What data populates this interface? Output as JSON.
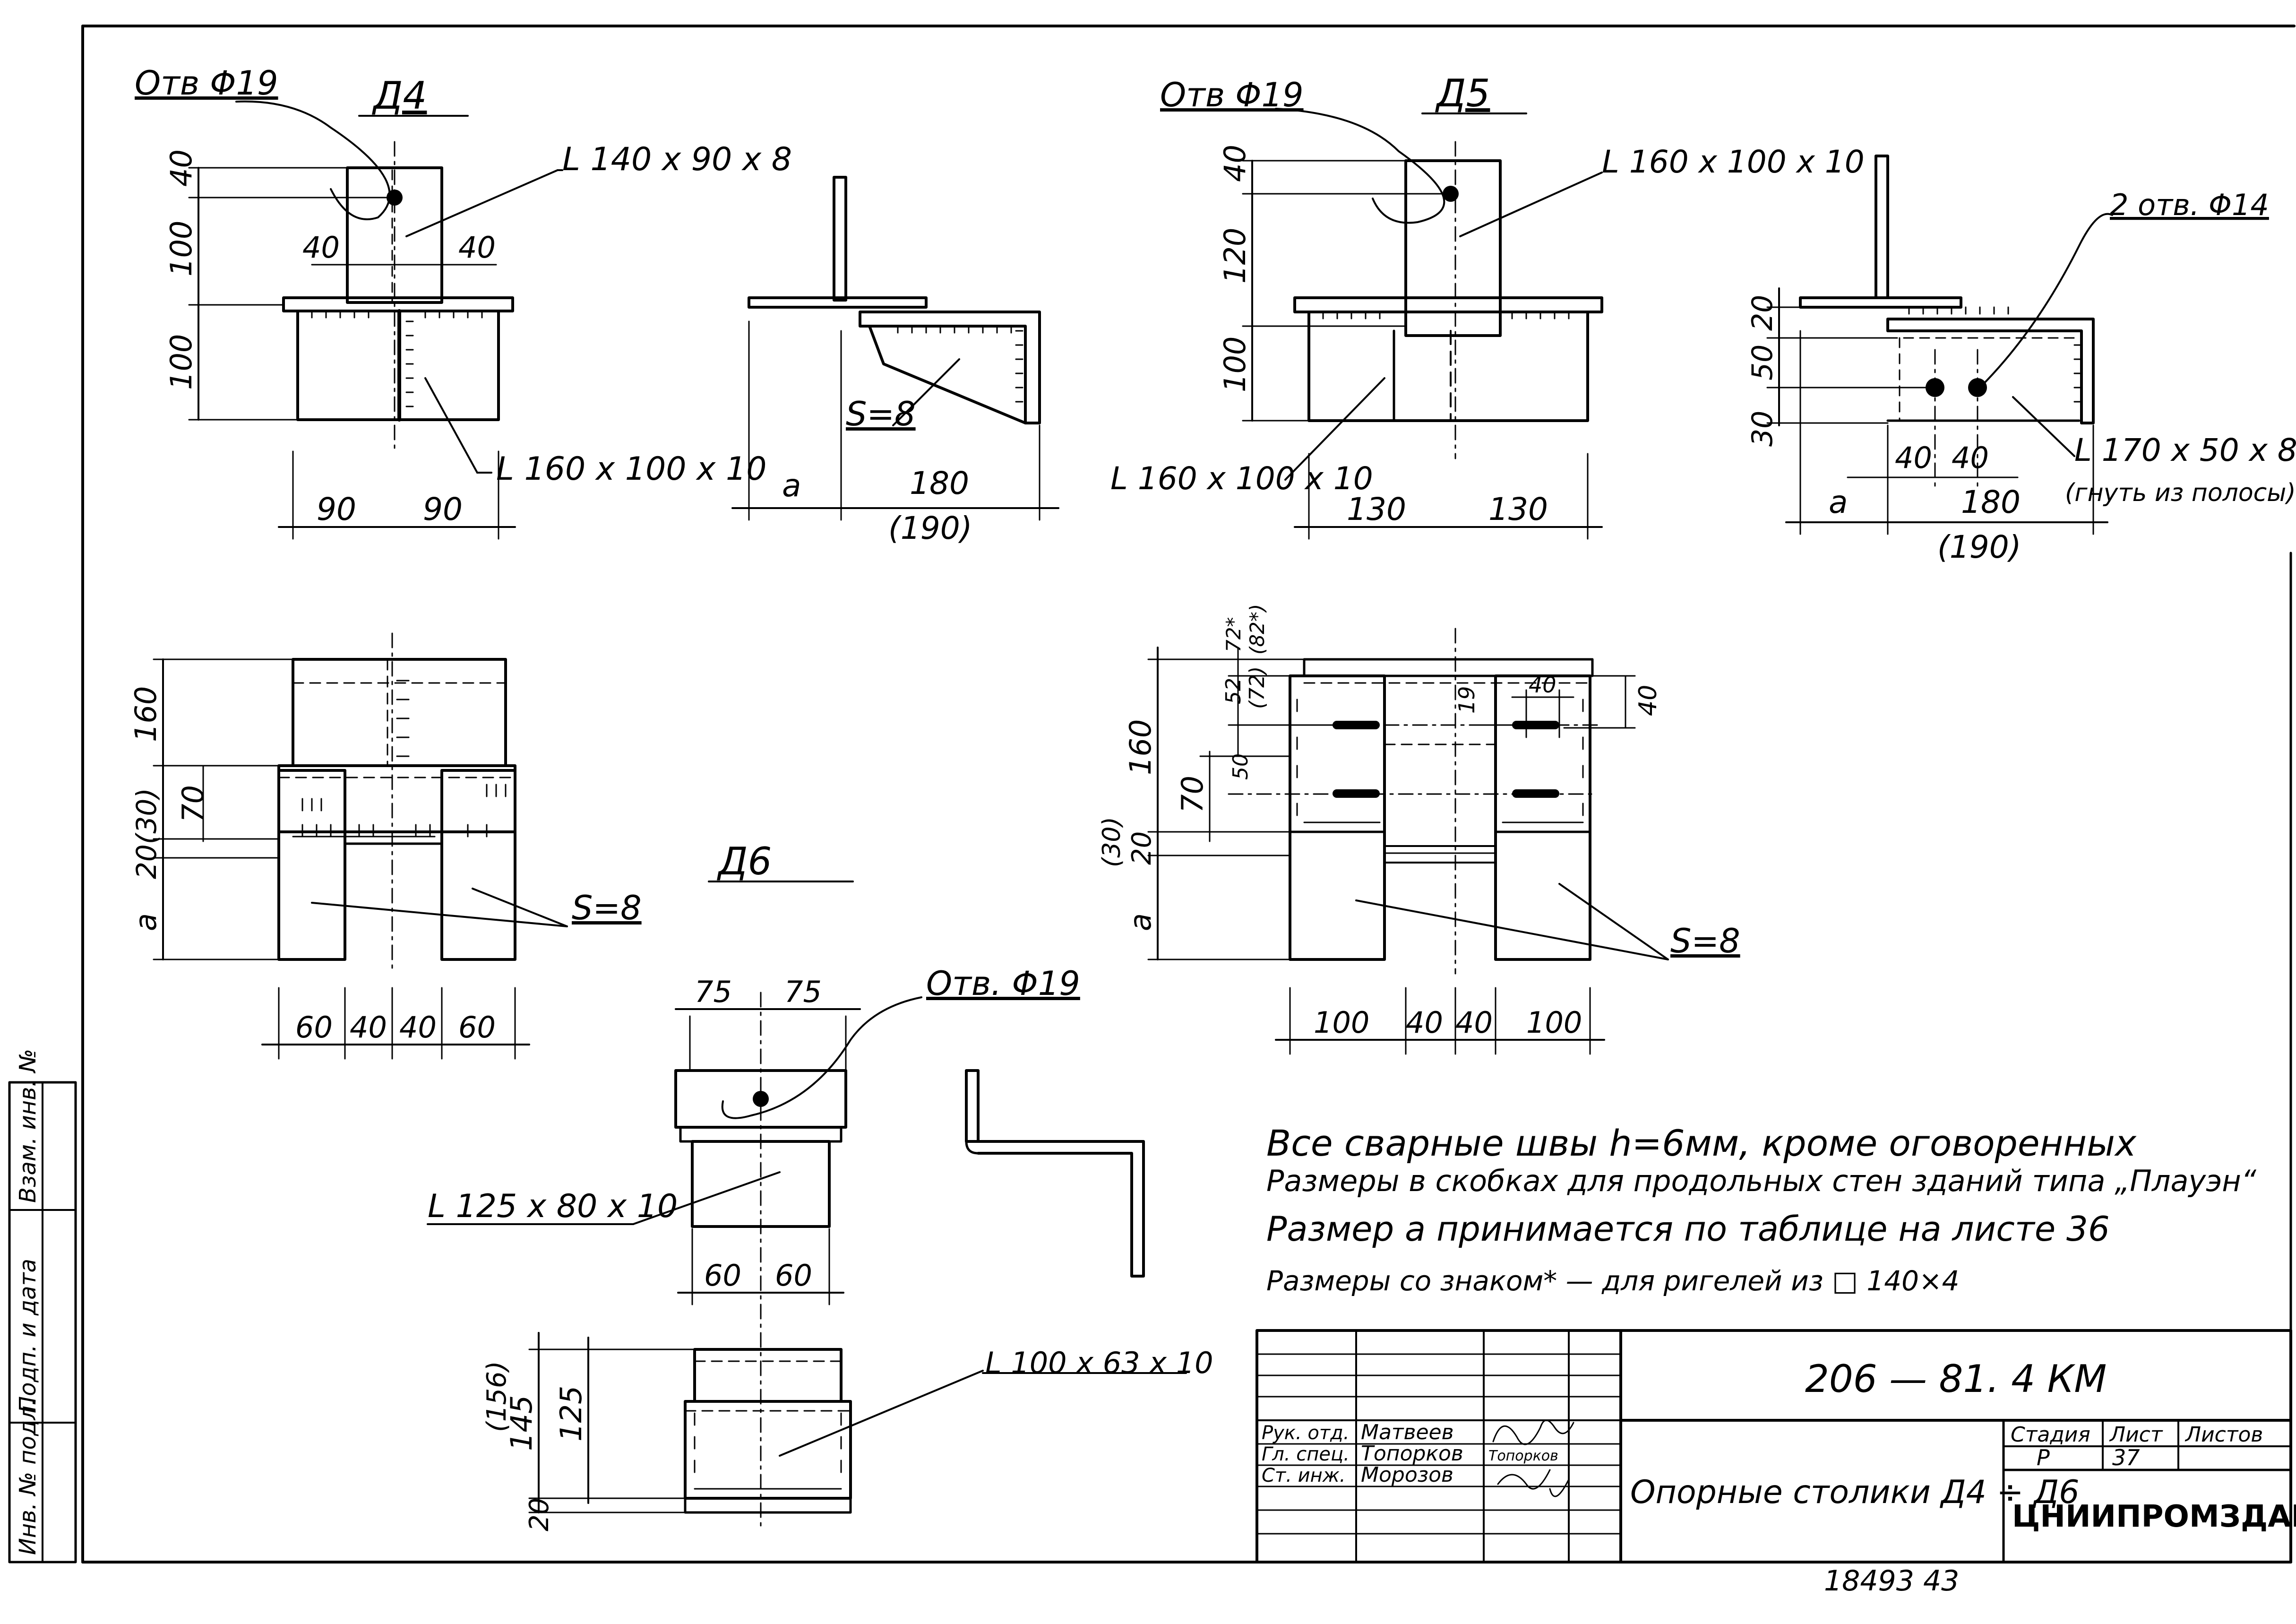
{
  "views": {
    "d4": {
      "title": "Д4",
      "hole": "Отв Φ19",
      "angle_top": "L 140 x 90 x 8",
      "angle_bottom": "L 160 x 100 x 10",
      "dims_vertical": [
        "40",
        "100",
        "100"
      ],
      "dims_top": [
        "40",
        "40"
      ],
      "dims_bottom": [
        "90",
        "90"
      ],
      "side": {
        "plate": "S=8",
        "dim_a": "a",
        "dim_len": "180",
        "dim_len_alt": "(190)"
      }
    },
    "d5": {
      "title": "Д5",
      "hole": "Отв Φ19",
      "angle_top": "L 160 x 100 x 10",
      "angle_bottom": "L 160 x 100 x 10",
      "dims_vertical": [
        "40",
        "120",
        "100"
      ],
      "dims_bottom": [
        "130",
        "130"
      ],
      "side": {
        "holes": "2 отв. Φ14",
        "angle": "L 170 x 50 x 8",
        "angle_note": "(гнуть из полосы)",
        "dims_vertical": [
          "20",
          "50",
          "30"
        ],
        "dims_holes": [
          "40",
          "40"
        ],
        "dim_a": "a",
        "dim_len": "180",
        "dim_len_alt": "(190)"
      }
    },
    "plan_left": {
      "dims_vertical": [
        "160",
        "70",
        "20(30)",
        "a"
      ],
      "dims_bottom": [
        "60",
        "40",
        "40",
        "60"
      ],
      "plate": "S=8"
    },
    "plan_right": {
      "dims_vertical": [
        "72*",
        "(82*)",
        "52",
        "(72)",
        "50",
        "160",
        "70",
        "(30)",
        "20",
        "a"
      ],
      "dims_slot": [
        "40",
        "19",
        "40"
      ],
      "dims_bottom": [
        "100",
        "40",
        "40",
        "100"
      ],
      "plate": "S=8"
    },
    "d6": {
      "title": "Д6",
      "hole": "Отв. Φ19",
      "angle_top": "L 125 x 80 x 10",
      "angle_bottom": "L 100 x 63 x 10",
      "dims_top": [
        "75",
        "75"
      ],
      "dims_mid": [
        "60",
        "60"
      ],
      "dims_vertical": [
        "(156)",
        "145",
        "125",
        "20"
      ]
    }
  },
  "notes": [
    "Все сварные швы h=6мм, кроме оговоренных",
    "Размеры в скобках для продольных стен зданий типа „Плауэн“",
    "Размер a принимается по таблице на листе 36",
    "Размеры со знаком* — для ригелей из □ 140×4"
  ],
  "margin_stamp": [
    "Инв. № подл.",
    "Подп. и дата",
    "Взам. инв. №"
  ],
  "title_block": {
    "document_code": "206 — 81. 4 КМ",
    "title": "Опорные столики Д4 ÷ Д6",
    "organization": "ЦНИИПРОМЗДАНИЙ",
    "headers": [
      "Стадия",
      "Лист",
      "Листов"
    ],
    "stage": "Р",
    "sheet": "37",
    "sheets_total": "",
    "staff": [
      {
        "role": "Рук. отд.",
        "name": "Матвеев"
      },
      {
        "role": "Гл. спец.",
        "name": "Топорков",
        "signature": "Топорков"
      },
      {
        "role": "Ст. инж.",
        "name": "Морозов"
      }
    ]
  },
  "footer_number": "18493  43"
}
